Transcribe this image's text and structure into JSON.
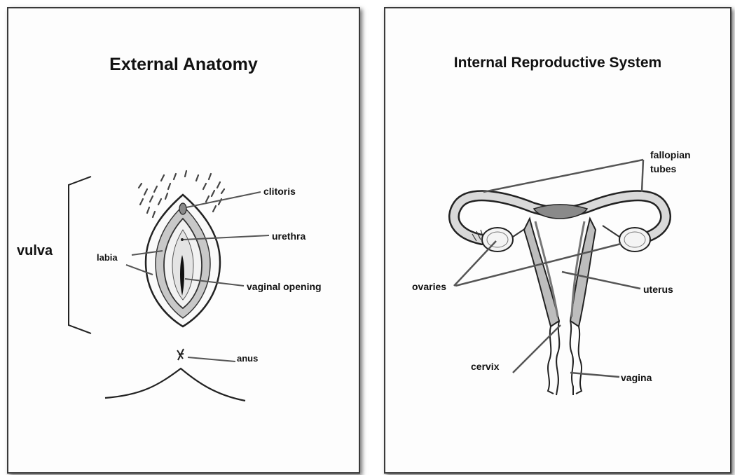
{
  "external": {
    "title": "External Anatomy",
    "labels": {
      "vulva": "vulva",
      "labia": "labia",
      "clitoris": "clitoris",
      "urethra": "urethra",
      "vaginal_opening": "vaginal opening",
      "anus": "anus"
    }
  },
  "internal": {
    "title": "Internal Reproductive System",
    "labels": {
      "fallopian_line1": "fallopian",
      "fallopian_line2": "tubes",
      "ovaries": "ovaries",
      "uterus": "uterus",
      "cervix": "cervix",
      "vagina": "vagina"
    }
  },
  "colors": {
    "line": "#222222",
    "fill_light": "#d9d9d9",
    "fill_mid": "#bdbdbd",
    "fill_dark": "#8a8a8a",
    "leader": "#555555"
  }
}
